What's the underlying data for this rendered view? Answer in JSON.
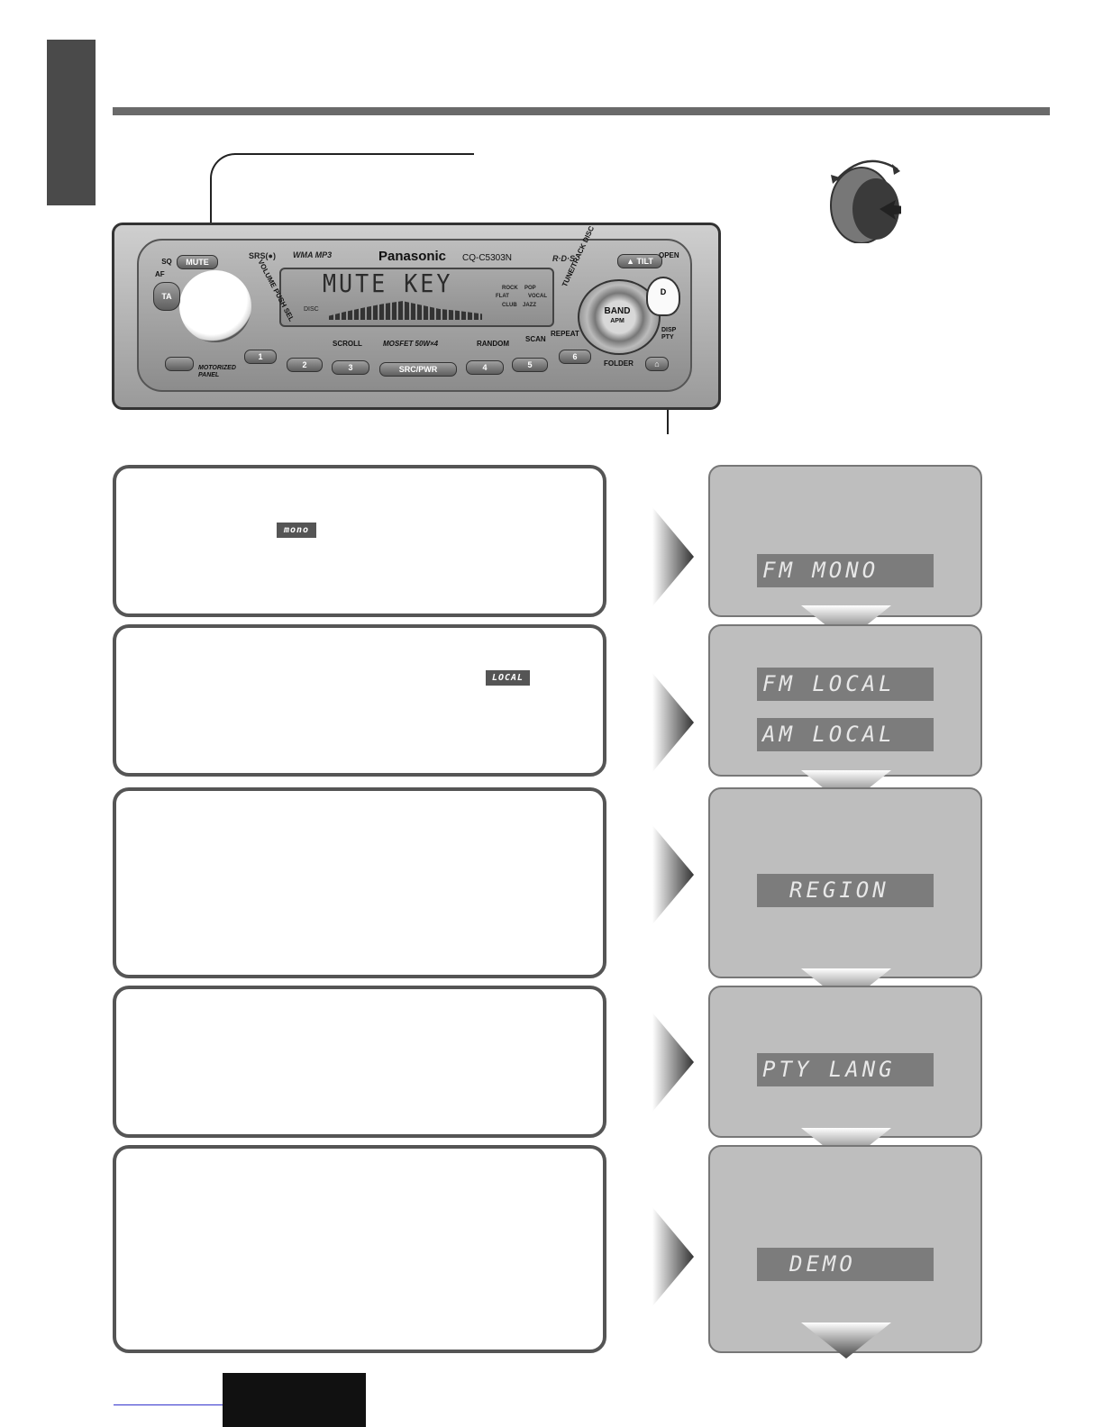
{
  "stereo": {
    "brand": "Panasonic",
    "model": "CQ-C5303N",
    "lcd_text": "MUTE KEY",
    "srs": "SRS(●)",
    "wma": "WMA MP3",
    "rds": "R·D·S",
    "disc": "DISC",
    "modes": [
      "ROCK",
      "POP",
      "FLAT",
      "VOCAL",
      "CLUB",
      "JAZZ"
    ],
    "buttons": {
      "sq": "SQ",
      "mute": "MUTE",
      "af": "AF",
      "ta": "TA",
      "tilt": "▲ TILT",
      "open": "OPEN",
      "d": "D",
      "p1": "1",
      "p2": "2",
      "p3": "3",
      "p4": "4",
      "p5": "5",
      "p6": "6",
      "src": "SRC/PWR",
      "folder": "FOLDER",
      "disp_pty": "DISP PTY"
    },
    "labels": {
      "volume": "VOLUME PUSH SEL",
      "tune": "TUNE/TRACK DISC",
      "scroll": "SCROLL",
      "mosfet": "MOSFET 50W×4",
      "random": "RANDOM",
      "scan": "SCAN",
      "repeat": "REPEAT",
      "motorized": "MOTORIZED PANEL",
      "band": "BAND",
      "apm": "APM"
    }
  },
  "steps": [
    {
      "badge": "mono",
      "display": [
        "FM MONO"
      ]
    },
    {
      "badge": "LOCAL",
      "display": [
        "FM LOCAL",
        "AM LOCAL"
      ]
    },
    {
      "display": [
        "REGION"
      ]
    },
    {
      "display": [
        "PTY LANG"
      ]
    },
    {
      "display": [
        "DEMO"
      ]
    }
  ]
}
